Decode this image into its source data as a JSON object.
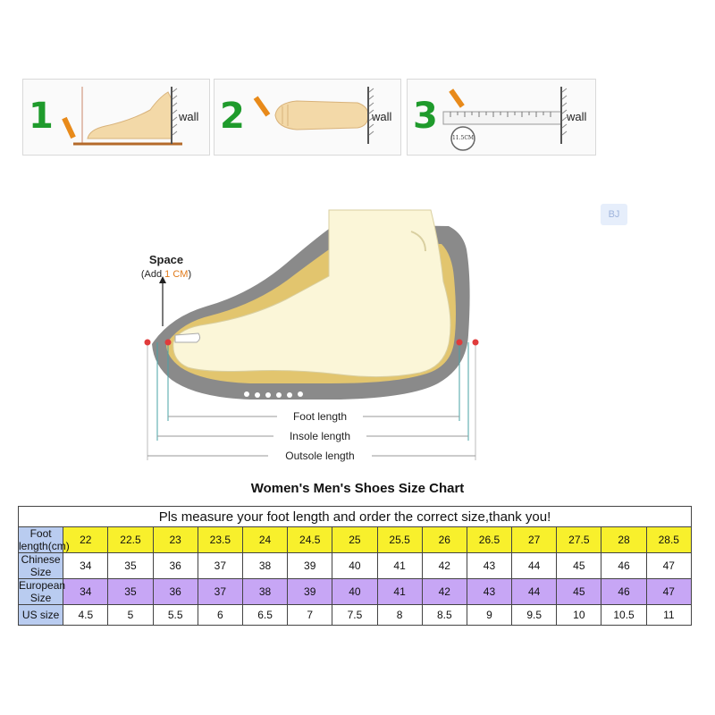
{
  "steps": [
    {
      "number": "1",
      "wall": "wall"
    },
    {
      "number": "2",
      "wall": "wall"
    },
    {
      "number": "3",
      "wall": "wall",
      "ruler_value": "11.5CM"
    }
  ],
  "diagram": {
    "space_title": "Space",
    "space_add_prefix": "(Add ",
    "space_add_value": "1 CM",
    "space_add_suffix": ")",
    "foot_length": "Foot length",
    "insole_length": "Insole length",
    "outsole_length": "Outsole length",
    "watermark": "BJ"
  },
  "size_chart": {
    "title": "Women's Men's Shoes Size Chart",
    "note": "Pls measure your foot length and order the correct size,thank you!",
    "rows": [
      {
        "label": "Foot length(cm)",
        "values": [
          "22",
          "22.5",
          "23",
          "23.5",
          "24",
          "24.5",
          "25",
          "25.5",
          "26",
          "26.5",
          "27",
          "27.5",
          "28",
          "28.5"
        ]
      },
      {
        "label": "Chinese Size",
        "values": [
          "34",
          "35",
          "36",
          "37",
          "38",
          "39",
          "40",
          "41",
          "42",
          "43",
          "44",
          "45",
          "46",
          "47"
        ]
      },
      {
        "label": "European Size",
        "values": [
          "34",
          "35",
          "36",
          "37",
          "38",
          "39",
          "40",
          "41",
          "42",
          "43",
          "44",
          "45",
          "46",
          "47"
        ]
      },
      {
        "label": "US size",
        "values": [
          "4.5",
          "5",
          "5.5",
          "6",
          "6.5",
          "7",
          "7.5",
          "8",
          "8.5",
          "9",
          "9.5",
          "10",
          "10.5",
          "11"
        ]
      }
    ]
  },
  "colors": {
    "foot_row": "#f8f02c",
    "european_row": "#c7a6f5",
    "row_header": "#b9ccf0",
    "step_number": "#1f9b2c",
    "shoe_gray": "#8a8a8a",
    "foot_cream": "#fbf6d8"
  }
}
